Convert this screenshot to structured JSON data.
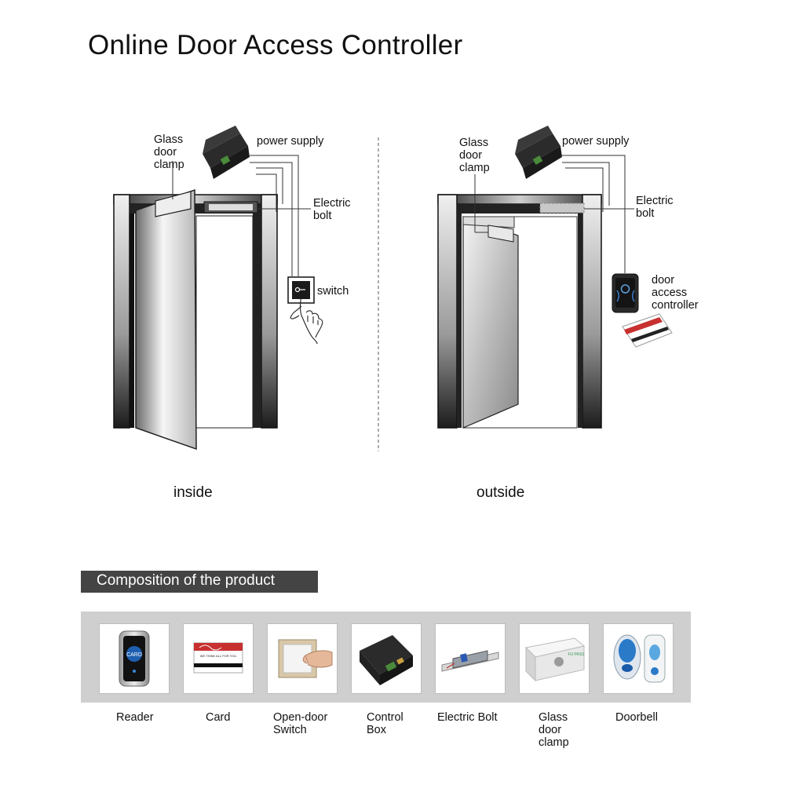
{
  "title": "Online Door Access Controller",
  "inside": {
    "glass_clamp": "Glass\ndoor\nclamp",
    "power_supply": "power supply",
    "electric_bolt": "Electric\nbolt",
    "switch": "switch",
    "side": "inside"
  },
  "outside": {
    "glass_clamp": "Glass\ndoor\nclamp",
    "power_supply": "power supply",
    "electric_bolt": "Electric\nbolt",
    "controller": "door\naccess\ncontroller",
    "side": "outside"
  },
  "composition": {
    "title": "Composition of the product",
    "items": [
      {
        "label": "Reader",
        "icon": "reader-icon"
      },
      {
        "label": "Card",
        "icon": "card-icon"
      },
      {
        "label": "Open-door\nSwitch",
        "icon": "switch-icon"
      },
      {
        "label": "Control\nBox",
        "icon": "control-box-icon"
      },
      {
        "label": "Electric Bolt",
        "icon": "electric-bolt-icon"
      },
      {
        "label": "Glass\ndoor\nclamp",
        "icon": "glass-clamp-icon"
      },
      {
        "label": "Doorbell",
        "icon": "doorbell-icon"
      }
    ]
  },
  "product_text": {
    "reader_badge": "CARD",
    "card_slogan": "WE THINK ALL FOR YOU",
    "clamp_tag": "FU\nPASS"
  }
}
